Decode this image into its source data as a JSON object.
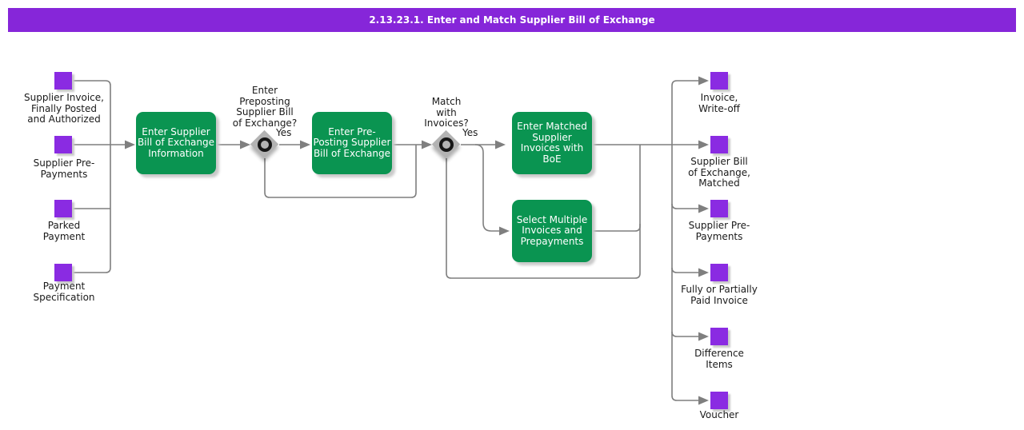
{
  "title": "2.13.23.1. Enter and Match Supplier Bill of Exchange",
  "colors": {
    "header_bg": "#8626d9",
    "artifact": "#8a2be2",
    "process_bg": "#0a9451",
    "line": "#7f7f7f"
  },
  "inputs": [
    {
      "label": "Supplier Invoice,\nFinally Posted\nand Authorized"
    },
    {
      "label": "Supplier Pre-\nPayments"
    },
    {
      "label": "Parked\nPayment"
    },
    {
      "label": "Payment\nSpecification"
    }
  ],
  "processes": [
    {
      "label": "Enter Supplier\nBill of Exchange\nInformation"
    },
    {
      "label": "Enter Pre-\nPosting Supplier\nBill of Exchange"
    },
    {
      "label": "Enter Matched\nSupplier\nInvoices with\nBoE"
    },
    {
      "label": "Select Multiple\nInvoices and\nPrepayments"
    }
  ],
  "decisions": [
    {
      "question": "Enter\nPreposting\nSupplier Bill\nof Exchange?",
      "yes_label": "Yes"
    },
    {
      "question": "Match\nwith\nInvoices?",
      "yes_label": "Yes"
    }
  ],
  "outputs": [
    {
      "label": "Invoice,\nWrite-off"
    },
    {
      "label": "Supplier Bill\nof Exchange,\nMatched"
    },
    {
      "label": "Supplier Pre-\nPayments"
    },
    {
      "label": "Fully or Partially\nPaid Invoice"
    },
    {
      "label": "Difference\nItems"
    },
    {
      "label": "Voucher"
    }
  ]
}
